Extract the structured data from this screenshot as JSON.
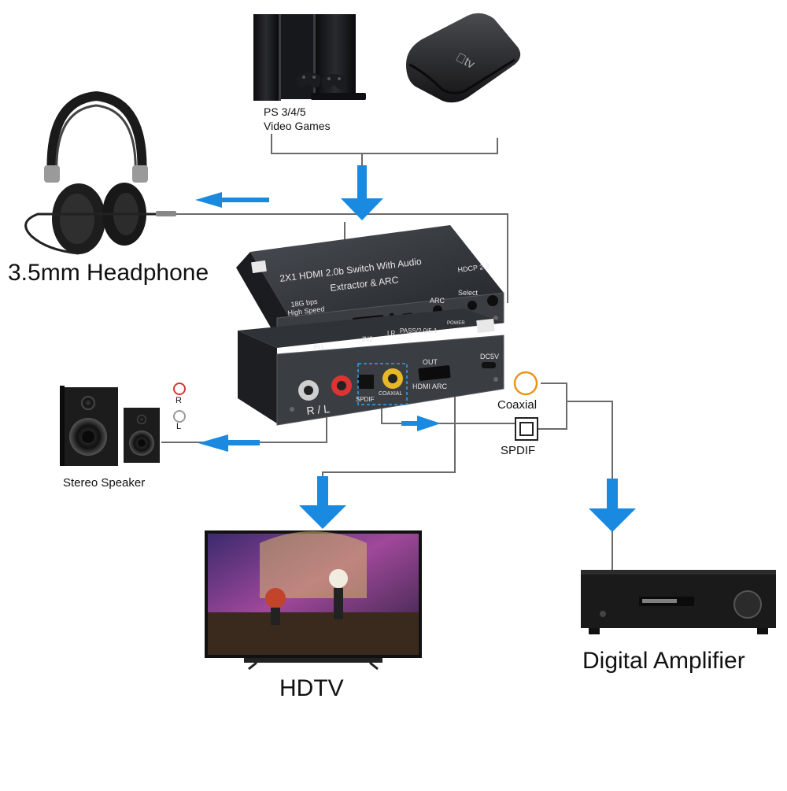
{
  "sources": {
    "ps_label_line1": "PS 3/4/5",
    "ps_label_line2": "Video Games"
  },
  "outputs": {
    "headphone_label": "3.5mm Headphone",
    "speaker_label": "Stereo Speaker",
    "rl_top": "R",
    "rl_bottom": "L",
    "hdtv_label": "HDTV",
    "amplifier_label": "Digital Amplifier",
    "coaxial_label": "Coaxial",
    "spdif_label": "SPDIF"
  },
  "device_top": {
    "title_line1": "2X1 HDMI 2.0b Switch With Audio",
    "title_line2": "Extractor & ARC",
    "speed_line1": "18G bps",
    "speed_line2": "High Speed",
    "hdcp": "HDCP 2.2",
    "arc": "ARC",
    "select": "Select",
    "in1": "IN1",
    "in2": "IN2",
    "ir": "I R",
    "pass": "PASS/2.0/5.1",
    "power": "POWER"
  },
  "device_bottom": {
    "rl": "R / L",
    "spdif": "SPDIF",
    "coaxial": "COAXIAL",
    "out": "OUT",
    "hdmi_arc": "HDMI ARC",
    "dc5v": "DC5V"
  },
  "colors": {
    "arrow": "#1a8ae0",
    "wire": "#6b6b6b",
    "device_body": "#2a2d31",
    "device_panel": "#3a3e43"
  }
}
